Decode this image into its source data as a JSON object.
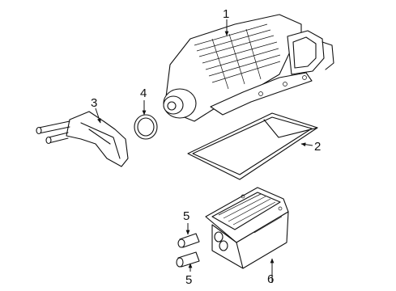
{
  "callouts": {
    "c1": "1",
    "c2": "2",
    "c3": "3",
    "c4": "4",
    "c5a": "5",
    "c5b": "5",
    "c6": "6"
  },
  "colors": {
    "line": "#111111",
    "background": "#ffffff"
  }
}
